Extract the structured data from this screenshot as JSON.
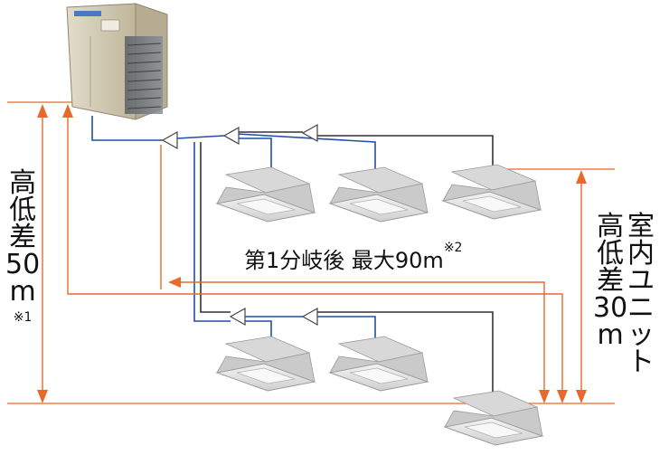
{
  "labels": {
    "after_first_branch": "第1分岐後 最大90m",
    "after_first_branch_note": "※2",
    "outdoor_indoor_height_diff": [
      "高",
      "低",
      "差",
      "50",
      "m"
    ],
    "outdoor_indoor_height_diff_note": "※1",
    "indoor_units_height_diff_1": [
      "室",
      "内",
      "ユ",
      "ニ",
      "ッ",
      "ト"
    ],
    "indoor_units_height_diff_2": [
      "高",
      "低",
      "差",
      "30",
      "m"
    ]
  },
  "colors": {
    "dimension_line": "#e8692b",
    "liquid_pipe": "#1f4fa8",
    "gas_pipe": "#333333",
    "outdoor_unit": "#cfc7b1",
    "indoor_unit": "#e6e6e6"
  },
  "icons": [
    "outdoor-unit",
    "ceiling-cassette-unit",
    "branch-joint",
    "arrowhead"
  ]
}
